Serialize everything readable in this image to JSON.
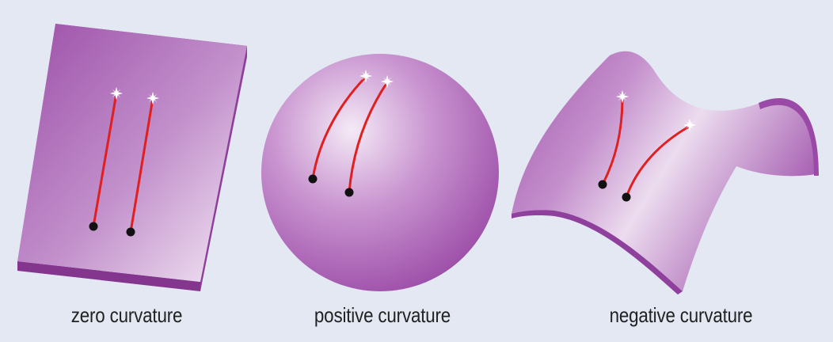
{
  "panels": [
    {
      "id": "zero",
      "caption": "zero curvature"
    },
    {
      "id": "positive",
      "caption": "positive curvature"
    },
    {
      "id": "negative",
      "caption": "negative curvature"
    }
  ],
  "colors": {
    "background": "#e3e8f3",
    "surface_dark": "#9c4fa8",
    "surface_mid": "#b27bbd",
    "surface_light": "#f2e6f3",
    "path": "#e02020",
    "start_dot": "#111111",
    "end_star": "#ffffff"
  },
  "icons": {
    "start": "black-dot",
    "end": "white-star"
  }
}
